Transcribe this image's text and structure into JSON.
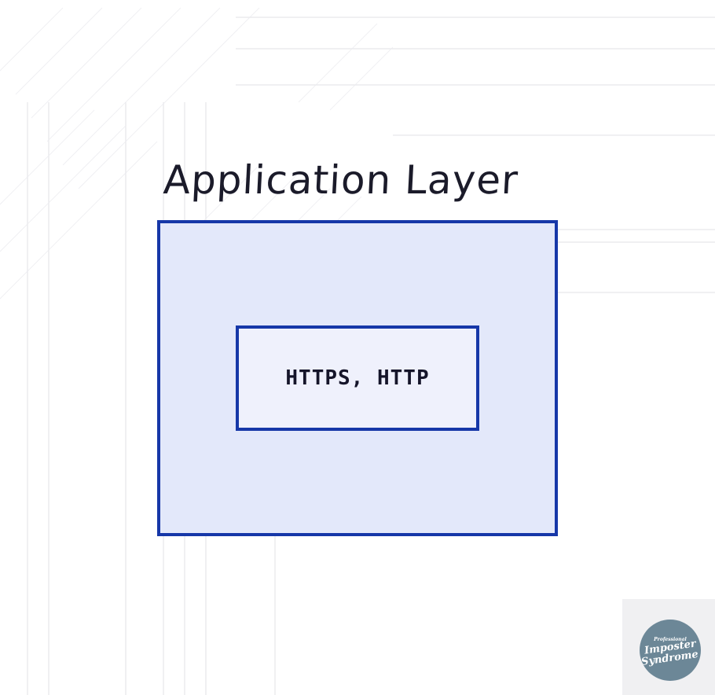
{
  "diagram": {
    "title": "Application Layer",
    "protocols_label": "HTTPS, HTTP"
  },
  "logo": {
    "line1": "Professional",
    "line2": "Imposter",
    "line3": "Syndrome"
  },
  "colors": {
    "stroke": "#1637a8",
    "outer_fill": "#e3e8fa",
    "inner_fill": "#eff1fc",
    "text": "#1b1b2a",
    "logo_fill": "#6c8797"
  }
}
